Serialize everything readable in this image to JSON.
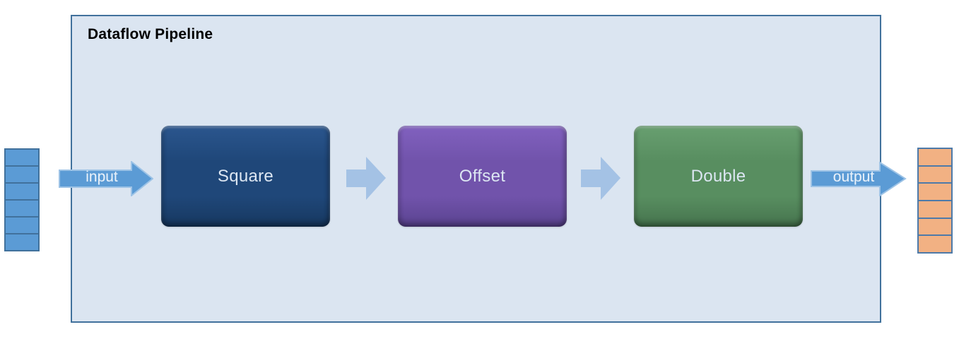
{
  "diagram": {
    "title": "Dataflow Pipeline",
    "nodes": [
      {
        "label": "Square",
        "color": "#1f4779",
        "color_light": "#2b568e",
        "color_dark": "#173860"
      },
      {
        "label": "Offset",
        "color": "#7153ab",
        "color_light": "#8161bf",
        "color_dark": "#5a4390"
      },
      {
        "label": "Double",
        "color": "#588e60",
        "color_light": "#689f70",
        "color_dark": "#46744e"
      }
    ],
    "flow": {
      "input_label": "input",
      "output_label": "output"
    },
    "stacks": {
      "input": {
        "cell_count": 6,
        "fill": "#5b9bd5",
        "border": "#41719c"
      },
      "output": {
        "cell_count": 6,
        "fill": "#f2b183",
        "border": "#4d7aa9"
      }
    },
    "colors": {
      "container_bg": "#dbe5f1",
      "container_border": "#41719c",
      "flow_arrow_fill": "#a4c2e5",
      "label_arrow_fill": "#5b9bd5",
      "label_arrow_stroke": "#9dc3e6",
      "label_text": "#e8f1fa",
      "node_text": "#dce6f2"
    }
  }
}
